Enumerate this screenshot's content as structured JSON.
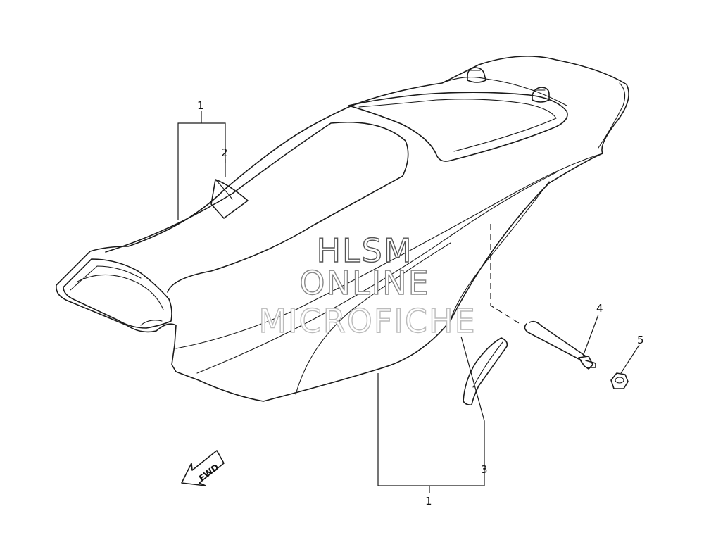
{
  "callouts": {
    "c1_top": "1",
    "c2": "2",
    "c3": "3",
    "c4": "4",
    "c5": "5",
    "c1_bottom": "1"
  },
  "watermark": {
    "line1": "HLSM",
    "line2": "ONLINE",
    "line3": "MICROFICHE",
    "color1": "#555555",
    "color2": "#888888",
    "color3": "#bbbbbb"
  },
  "direction_arrow": {
    "label": "FWD"
  }
}
